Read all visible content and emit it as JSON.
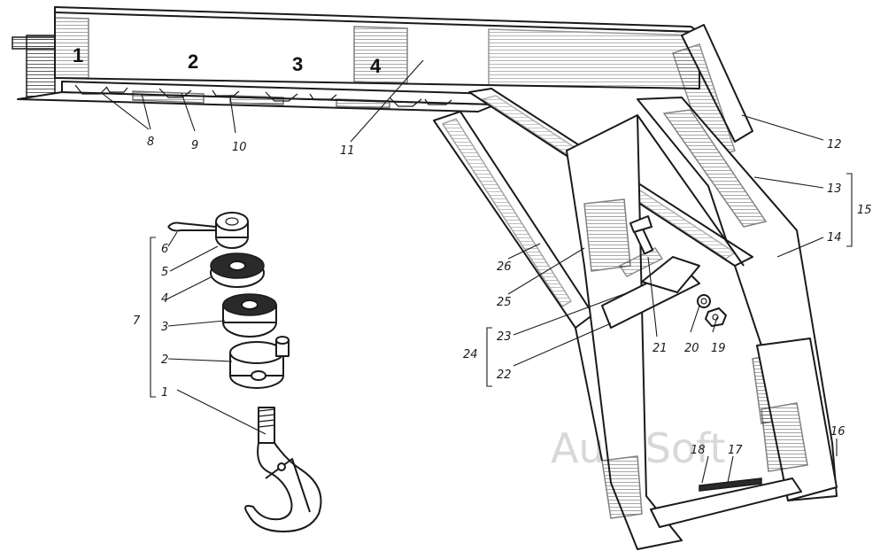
{
  "slot_labels": [
    "1",
    "2",
    "3",
    "4"
  ],
  "callouts": [
    "1",
    "2",
    "3",
    "4",
    "5",
    "6",
    "7",
    "8",
    "9",
    "10",
    "11",
    "12",
    "13",
    "14",
    "15",
    "16",
    "17",
    "18",
    "19",
    "20",
    "21",
    "22",
    "23",
    "24",
    "25",
    "26"
  ],
  "watermark": "AutoSoft",
  "colors": {
    "ink": "#1a1a1a",
    "watermark": "#c8c8c8",
    "background": "#ffffff"
  }
}
